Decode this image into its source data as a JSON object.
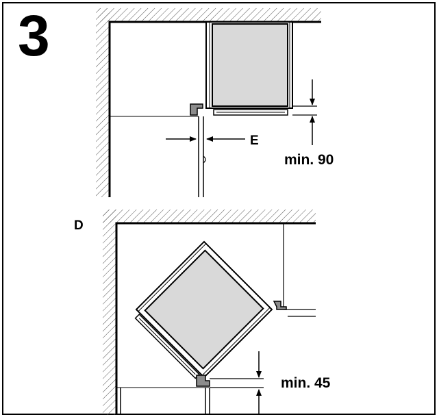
{
  "step": {
    "number": "3"
  },
  "top_view": {
    "gap_label": "E",
    "clearance_label": "min. 90"
  },
  "bottom_view": {
    "corner_label": "D",
    "clearance_label": "min. 45"
  },
  "colors": {
    "line": "#000000",
    "appliance_fill": "#d9d9d9",
    "hinge_fill": "#8c8c8c",
    "background": "#ffffff"
  }
}
